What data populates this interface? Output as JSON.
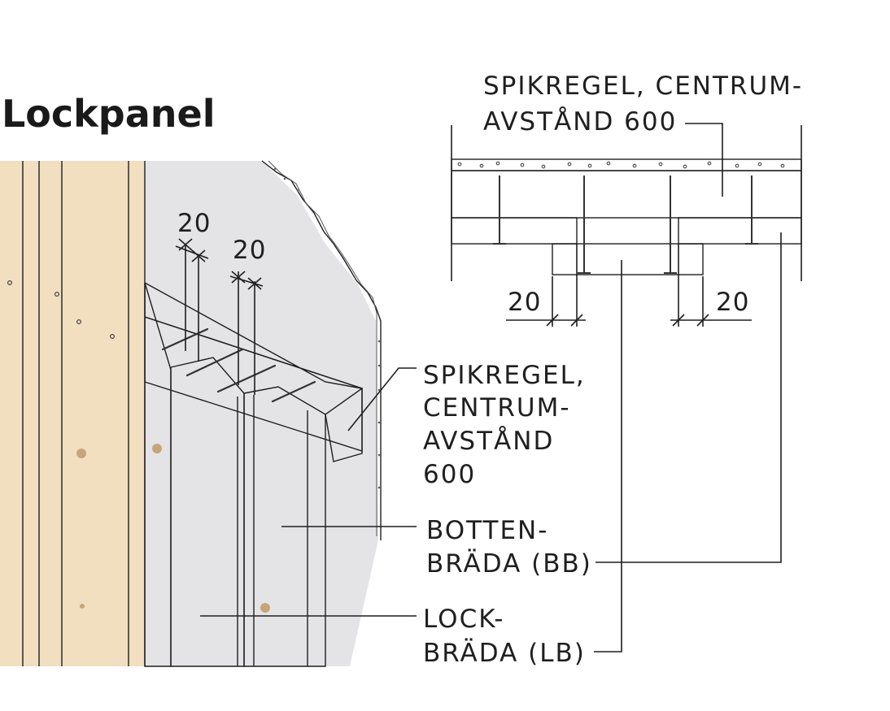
{
  "title": "Lockpanel",
  "colors": {
    "wood": "#f1dfc0",
    "wood_dark": "#e2c8a0",
    "wood_end": "#ead3ac",
    "grey_wall": "#e4e4e6",
    "line": "#1f1f1f"
  },
  "perspective": {
    "dim_left": "20",
    "dim_right": "20",
    "label_spikregel": [
      "SPIKREGEL,",
      "CENTRUM-",
      "AVSTÅND",
      "600"
    ],
    "label_botten": [
      "BOTTEN-",
      "BRÄDA (BB)"
    ],
    "label_lock": [
      "LOCK-",
      "BRÄDA (LB)"
    ]
  },
  "section": {
    "label_spikregel": [
      "SPIKREGEL, CENTRUM-",
      "AVSTÅND 600"
    ],
    "dim_left": "20",
    "dim_right": "20"
  }
}
